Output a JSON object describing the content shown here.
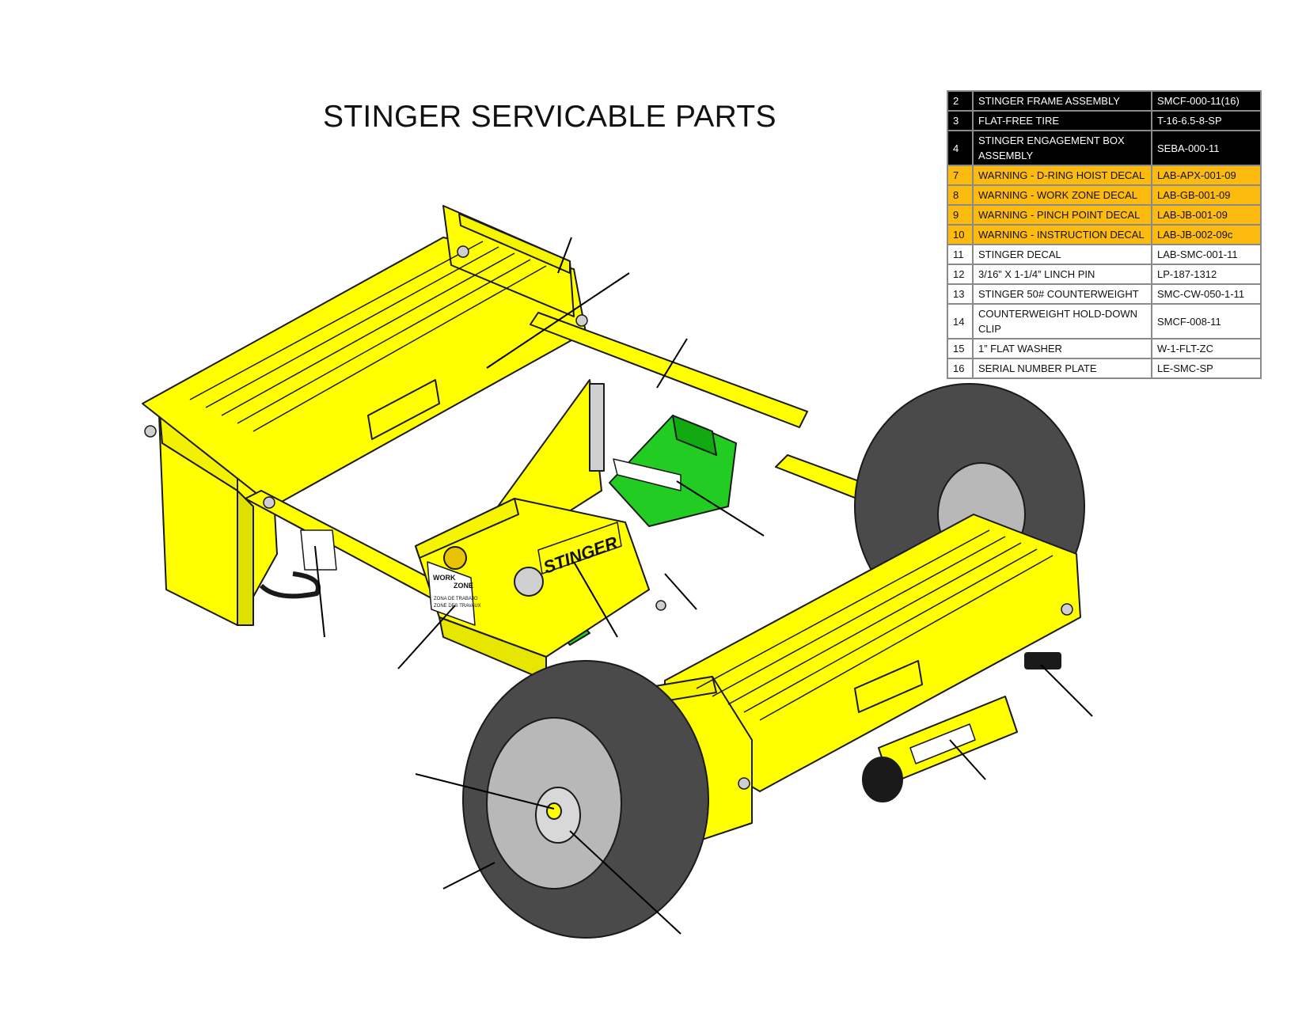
{
  "title": "STINGER SERVICABLE PARTS",
  "parts": [
    {
      "num": "2",
      "desc": "STINGER FRAME ASSEMBLY",
      "part": "SMCF-000-11(16)",
      "style": "dark"
    },
    {
      "num": "3",
      "desc": "FLAT-FREE TIRE",
      "part": "T-16-6.5-8-SP",
      "style": "dark"
    },
    {
      "num": "4",
      "desc": "STINGER ENGAGEMENT BOX ASSEMBLY",
      "part": "SEBA-000-11",
      "style": "dark"
    },
    {
      "num": "7",
      "desc": "WARNING - D-RING HOIST DECAL",
      "part": "LAB-APX-001-09",
      "style": "amber"
    },
    {
      "num": "8",
      "desc": "WARNING - WORK ZONE DECAL",
      "part": "LAB-GB-001-09",
      "style": "amber"
    },
    {
      "num": "9",
      "desc": "WARNING - PINCH POINT DECAL",
      "part": "LAB-JB-001-09",
      "style": "amber"
    },
    {
      "num": "10",
      "desc": "WARNING - INSTRUCTION DECAL",
      "part": "LAB-JB-002-09c",
      "style": "amber"
    },
    {
      "num": "11",
      "desc": "STINGER DECAL",
      "part": "LAB-SMC-001-11",
      "style": "plain"
    },
    {
      "num": "12",
      "desc": "3/16” X 1-1/4” LINCH PIN",
      "part": "LP-187-1312",
      "style": "plain"
    },
    {
      "num": "13",
      "desc": "STINGER 50# COUNTERWEIGHT",
      "part": "SMC-CW-050-1-11",
      "style": "plain"
    },
    {
      "num": "14",
      "desc": "COUNTERWEIGHT HOLD-DOWN CLIP",
      "part": "SMCF-008-11",
      "style": "plain"
    },
    {
      "num": "15",
      "desc": "1” FLAT WASHER",
      "part": "W-1-FLT-ZC",
      "style": "plain"
    },
    {
      "num": "16",
      "desc": "SERIAL NUMBER PLATE",
      "part": "LE-SMC-SP",
      "style": "plain"
    }
  ],
  "decals": {
    "brand": "STINGER",
    "work": "WORK",
    "zone": "ZONE",
    "zona": "ZONA DE TRABAJO",
    "zone_fr": "ZONE DES TRAVAUX"
  },
  "colors": {
    "frame_yellow": "#ffff00",
    "engagement_green": "#22cc22",
    "tire_dark": "#4a4a4a",
    "rim_grey": "#b8b8b8",
    "table_dark": "#000000",
    "table_amber": "#fdbb10"
  }
}
